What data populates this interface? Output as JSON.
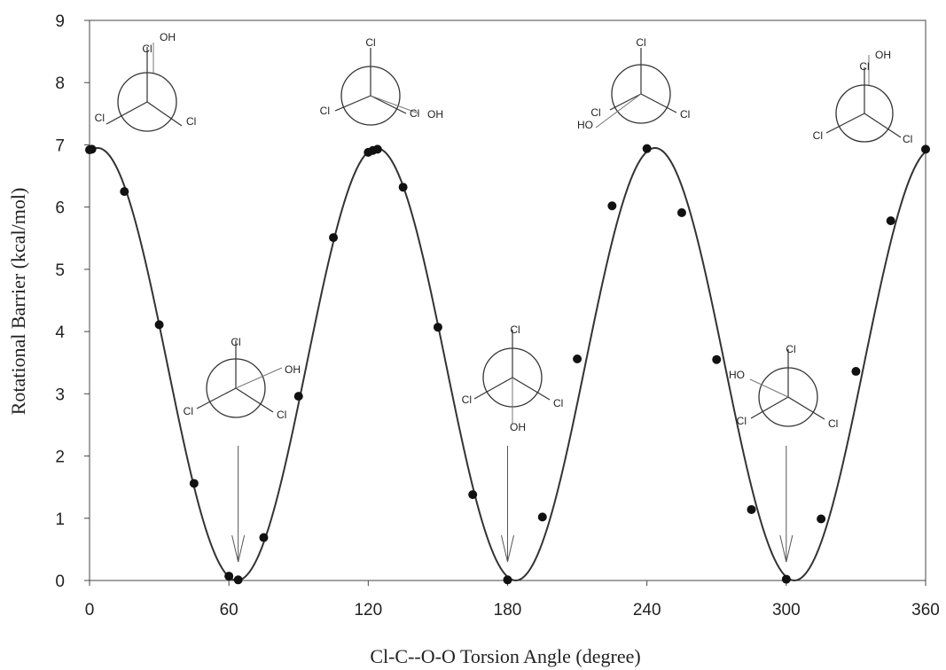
{
  "chart_data": {
    "type": "line",
    "xlabel": "Cl-C--O-O Torsion Angle (degree)",
    "ylabel": "Rotational Barrier (kcal/mol)",
    "xlim": [
      0,
      360
    ],
    "ylim": [
      0,
      9
    ],
    "xticks": [
      0,
      60,
      120,
      180,
      240,
      300,
      360
    ],
    "yticks": [
      0,
      1,
      2,
      3,
      4,
      5,
      6,
      7,
      8,
      9
    ],
    "grid": false,
    "curve": {
      "model": "V(θ) = (V3/2)·(1 + cos(3(θ − 3.5)))",
      "V3": 6.95,
      "phase_deg": 3.5
    },
    "series": [
      {
        "x": [
          0,
          1,
          15,
          30,
          45,
          60,
          64,
          75,
          90,
          105,
          120,
          122,
          124,
          135,
          150,
          165,
          180,
          195,
          210,
          225,
          240,
          255,
          270,
          285,
          300,
          315,
          330,
          345,
          360
        ],
        "y": [
          6.92,
          6.93,
          6.25,
          4.11,
          1.56,
          0.07,
          0.01,
          0.69,
          2.96,
          5.51,
          6.88,
          6.91,
          6.93,
          6.32,
          4.07,
          1.38,
          0.01,
          1.02,
          3.56,
          6.02,
          6.94,
          5.91,
          3.55,
          1.14,
          0.02,
          0.99,
          3.36,
          5.78,
          6.93
        ]
      }
    ],
    "annotations": {
      "arrows_at_x": [
        64,
        180,
        300
      ],
      "newman_projections": [
        {
          "labels": [
            "OH",
            "Cl",
            "Cl",
            "Cl"
          ]
        },
        {
          "labels": [
            "Cl",
            "Cl",
            "Cl",
            "OH"
          ]
        },
        {
          "labels": [
            "Cl",
            "Cl",
            "HO",
            "Cl"
          ]
        },
        {
          "labels": [
            "OH",
            "Cl",
            "Cl",
            "Cl"
          ]
        },
        {
          "labels": [
            "Cl",
            "OH",
            "Cl",
            "Cl"
          ]
        },
        {
          "labels": [
            "Cl",
            "Cl",
            "Cl",
            "OH"
          ]
        },
        {
          "labels": [
            "Cl",
            "HO",
            "Cl",
            "Cl"
          ]
        }
      ]
    }
  }
}
